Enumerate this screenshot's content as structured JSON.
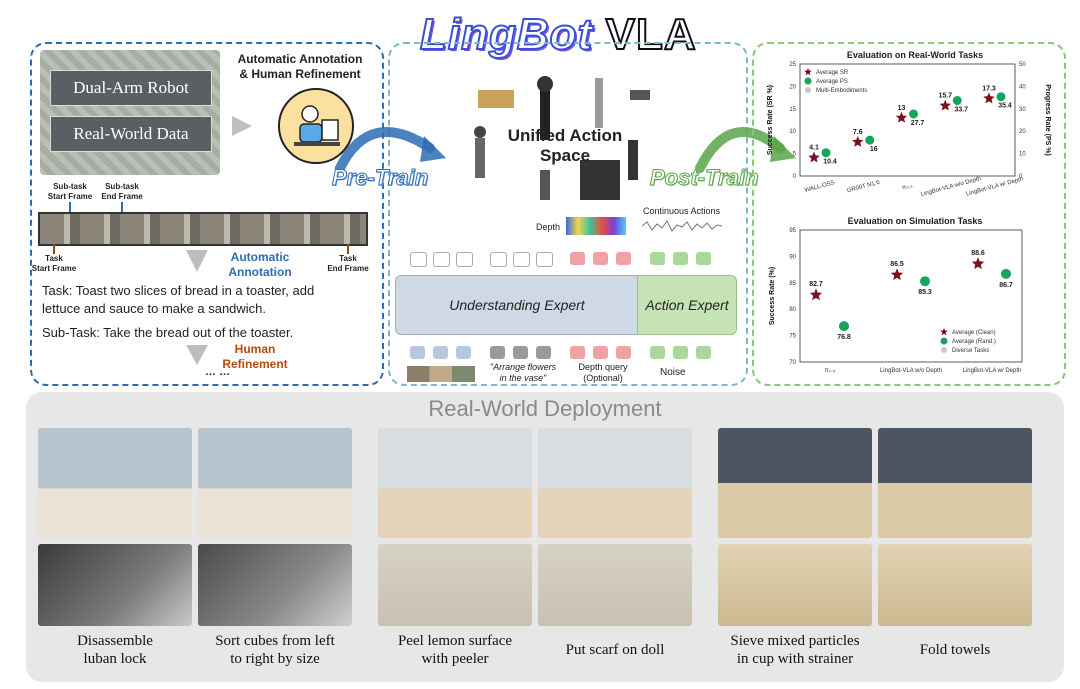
{
  "header": {
    "title_part1": "LingBot",
    "title_part2": "VLA"
  },
  "left": {
    "label_robot": "Dual-Arm Robot",
    "label_data": "Real-World Data",
    "annot_title_l1": "Automatic Annotation",
    "annot_title_l2": "& Human Refinement",
    "subtask_start_l1": "Sub-task",
    "subtask_start_l2": "Start Frame",
    "subtask_end_l1": "Sub-task",
    "subtask_end_l2": "End Frame",
    "task_start_l1": "Task",
    "task_start_l2": "Start Frame",
    "task_end_l1": "Task",
    "task_end_l2": "End Frame",
    "auto_annot_l1": "Automatic",
    "auto_annot_l2": "Annotation",
    "task_text_l1": "Task: Toast two slices of bread in a toaster, add",
    "task_text_l2": "lettuce and sauce to make a sandwich.",
    "subtask_text": "Sub-Task: Take the bread out of the toaster.",
    "human_l1": "Human",
    "human_l2": "Refinement",
    "ellipsis": "… …"
  },
  "middle": {
    "pretrain": "Pre-Train",
    "posttrain": "Post-Train",
    "unified_l1": "Unified Action",
    "unified_l2": "Space",
    "depth": "Depth",
    "continuous": "Continuous Actions",
    "understanding": "Understanding Expert",
    "action": "Action Expert",
    "instruction_l1": "\"Arrange flowers",
    "instruction_l2": "in the vase\"",
    "depth_query_l1": "Depth query",
    "depth_query_l2": "(Optional)",
    "noise": "Noise"
  },
  "chart_data": [
    {
      "type": "scatter",
      "title": "Evaluation on Real-World Tasks",
      "categories": [
        "WALL-OSS",
        "GR00T N1.6",
        "π₀.₅",
        "LingBot-VLA w/o Depth",
        "LingBot-VLA w/ Depth"
      ],
      "ylabel": "Success Rate (SR %)",
      "y2label": "Progress Rate (PS %)",
      "ylim": [
        0,
        25
      ],
      "y2lim": [
        0,
        50
      ],
      "yticks": [
        "0",
        "5",
        "10",
        "15",
        "20",
        "25"
      ],
      "y2ticks": [
        "0",
        "10",
        "20",
        "30",
        "40",
        "50"
      ],
      "series": [
        {
          "name": "Average SR",
          "axis": "left",
          "color": "#7a1020",
          "marker": "star",
          "values": [
            4.1,
            7.6,
            13.0,
            15.7,
            17.3
          ]
        },
        {
          "name": "Average PS",
          "axis": "right",
          "color": "#1aa35a",
          "marker": "circle",
          "values": [
            10.4,
            16.0,
            27.7,
            33.7,
            35.4
          ]
        }
      ],
      "legend_extra": "Multi-Embodiments",
      "legend": "top-left"
    },
    {
      "type": "scatter",
      "title": "Evaluation on Simulation Tasks",
      "categories": [
        "π₀.₅",
        "LingBot-VLA w/o Depth",
        "LingBot-VLA w/ Depth"
      ],
      "ylabel": "Success Rate (%)",
      "ylim": [
        70,
        95
      ],
      "yticks": [
        "70",
        "75",
        "80",
        "85",
        "90",
        "95"
      ],
      "series": [
        {
          "name": "Average (Clean)",
          "color": "#7a1020",
          "marker": "star",
          "values": [
            82.7,
            86.5,
            88.6
          ]
        },
        {
          "name": "Average (Rand.)",
          "color": "#1aa35a",
          "marker": "circle",
          "values": [
            76.8,
            85.3,
            86.7
          ]
        }
      ],
      "legend_extra": "Diverse Tasks",
      "legend": "bottom-right"
    }
  ],
  "deployment": {
    "title": "Real-World Deployment",
    "captions": [
      {
        "l1": "Disassemble",
        "l2": "luban lock"
      },
      {
        "l1": "Sort cubes from left",
        "l2": "to right by size"
      },
      {
        "l1": "Peel lemon surface",
        "l2": "with peeler"
      },
      {
        "l1": "Put scarf on doll",
        "l2": ""
      },
      {
        "l1": "Sieve mixed particles",
        "l2": "in cup with strainer"
      },
      {
        "l1": "Fold towels",
        "l2": ""
      }
    ]
  },
  "colors": {
    "blue_dash": "#2c6db3",
    "green_dash": "#8bc47a",
    "understanding": "#cfd9e6",
    "action": "#c6e3b5",
    "star": "#7a1020",
    "circle": "#1aa35a"
  }
}
